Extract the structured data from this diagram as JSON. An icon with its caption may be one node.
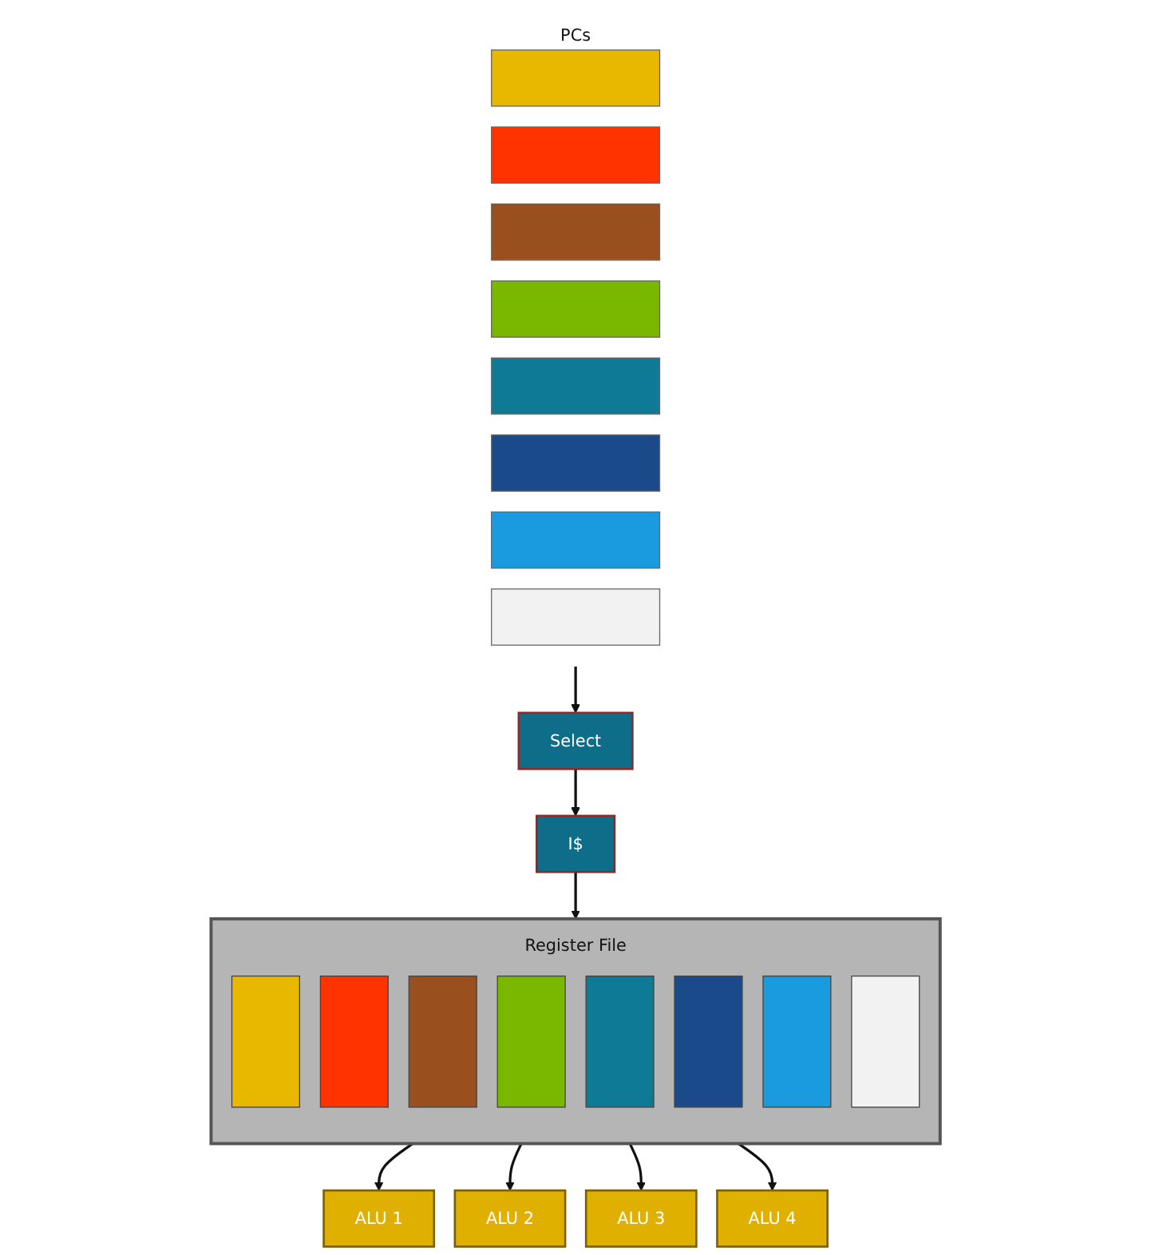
{
  "diagram": {
    "nodes": [
      {
        "text": [
          "PCs"
        ]
      },
      {
        "text": [],
        "shape": "bar",
        "in": 0
      },
      {
        "text": [],
        "shape": "bar",
        "in": 0
      },
      {
        "text": [],
        "shape": "bar",
        "in": 0
      },
      {
        "text": [],
        "shape": "bar",
        "in": 0
      },
      {
        "text": [],
        "shape": "bar",
        "in": 0
      },
      {
        "text": [],
        "shape": "bar",
        "in": 0
      },
      {
        "text": [],
        "shape": "bar",
        "in": 0
      },
      {
        "text": [],
        "shape": "bar",
        "in": 0
      },
      {
        "text": [
          "Select"
        ]
      },
      {
        "text": [
          "I$"
        ]
      },
      {
        "text": [
          "Register File"
        ]
      },
      {
        "text": [],
        "shape": "box",
        "in": 11
      },
      {
        "text": [],
        "shape": "box",
        "in": 11
      },
      {
        "text": [],
        "shape": "box",
        "in": 11
      },
      {
        "text": [],
        "shape": "box",
        "in": 11
      },
      {
        "text": [],
        "shape": "box",
        "in": 11
      },
      {
        "text": [],
        "shape": "box",
        "in": 11
      },
      {
        "text": [],
        "shape": "box",
        "in": 11
      },
      {
        "text": [],
        "shape": "box",
        "in": 11
      },
      {
        "text": [
          "ALU 1"
        ]
      },
      {
        "text": [
          "ALU 2"
        ]
      },
      {
        "text": [
          "ALU 3"
        ]
      },
      {
        "text": [
          "ALU 4"
        ]
      }
    ],
    "edges": [
      {
        "from": 0,
        "to": 9,
        "arrow": "to"
      },
      {
        "from": 9,
        "to": 10,
        "arrow": "to"
      },
      {
        "from": 10,
        "to": 11,
        "arrow": "to"
      },
      {
        "from": 11,
        "to": 20,
        "arrow": "to"
      },
      {
        "from": 11,
        "to": 21,
        "arrow": "to"
      },
      {
        "from": 11,
        "to": 22,
        "arrow": "to"
      },
      {
        "from": 11,
        "to": 23,
        "arrow": "to"
      }
    ]
  }
}
